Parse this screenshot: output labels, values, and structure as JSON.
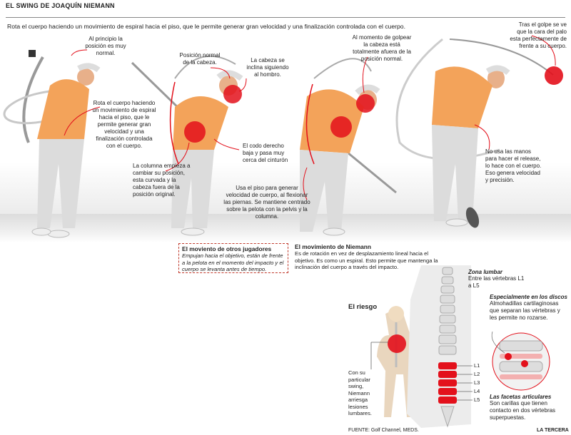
{
  "header": {
    "title": "EL SWING DE JOAQUÍN NIEMANN",
    "subtitle": "Rota el cuerpo haciendo un movimiento de espiral hacia el piso, que le permite generar gran velocidad y una finalización controlada con el cuerpo."
  },
  "labels": {
    "l1": "Al principio la posición es muy normal.",
    "l2": "Rota el cuerpo haciendo un movimiento de espiral hacia el piso, que le permite generar gran velocidad y una finalización controlada con el cuerpo.",
    "l3": "Posición normal de la cabeza.",
    "l4": "La cabeza se inclina siguiendo al hombro.",
    "l5": "La columna empieza a cambiar su posición, esta curvada y la cabeza fuera de la posición original.",
    "l6": "El codo derecho baja y pasa muy cerca del cinturón",
    "l7": "Al momento de golpear la cabeza está totalmente afuera de la posición normal.",
    "l8": "Usa el piso para generar velocidad de cuerpo, al flexionar las piernas. Se mantiene centrado sobre la pelota con la pelvis y la columna.",
    "l9": "Tras el golpe se ve que la cara del palo esta perfectamente de frente a su cuerpo.",
    "l10": "No usa las manos para hacer el release, lo hace con el cuerpo. Eso genera velocidad y precisión."
  },
  "others": {
    "heading": "El moviento de otros  jugadores",
    "text": "Empujan hacia el objetivo, están de frente a la pelota en el momento del impacto y el cuerpo se levanta antes de tiempo."
  },
  "movement": {
    "heading": "El movimiento de Niemann",
    "text": "Es de rotación en vez de desplazamiento lineal hacia el objetivo. Es como un espiral. Esto permite que mantenga la inclinación del cuerpo a través del impacto."
  },
  "risk": {
    "heading": "El riesgo",
    "text": "Con su particular swing, Niemann arriesga lesiones lumbares."
  },
  "lumbar": {
    "heading": "Zona lumbar",
    "text": "Entre las vértebras L1 a L5"
  },
  "discs": {
    "heading": "Especialmente en los discos",
    "text": "Almohadillas cartilaginosas que separan las vértebras y les permite no rozarse."
  },
  "facets": {
    "heading": "Las facetas articulares",
    "text": "Son carillas que tienen contacto en dos vértebras superpuestas."
  },
  "vertebrae": [
    "L1",
    "L2",
    "L3",
    "L4",
    "L5"
  ],
  "footer": {
    "source": "FUENTE: Golf Channel, MEDS.",
    "brand": "LA TERCERA"
  },
  "colors": {
    "accent": "#e3101b",
    "shirt": "#f3a35a",
    "pants": "#d9d9d9"
  }
}
